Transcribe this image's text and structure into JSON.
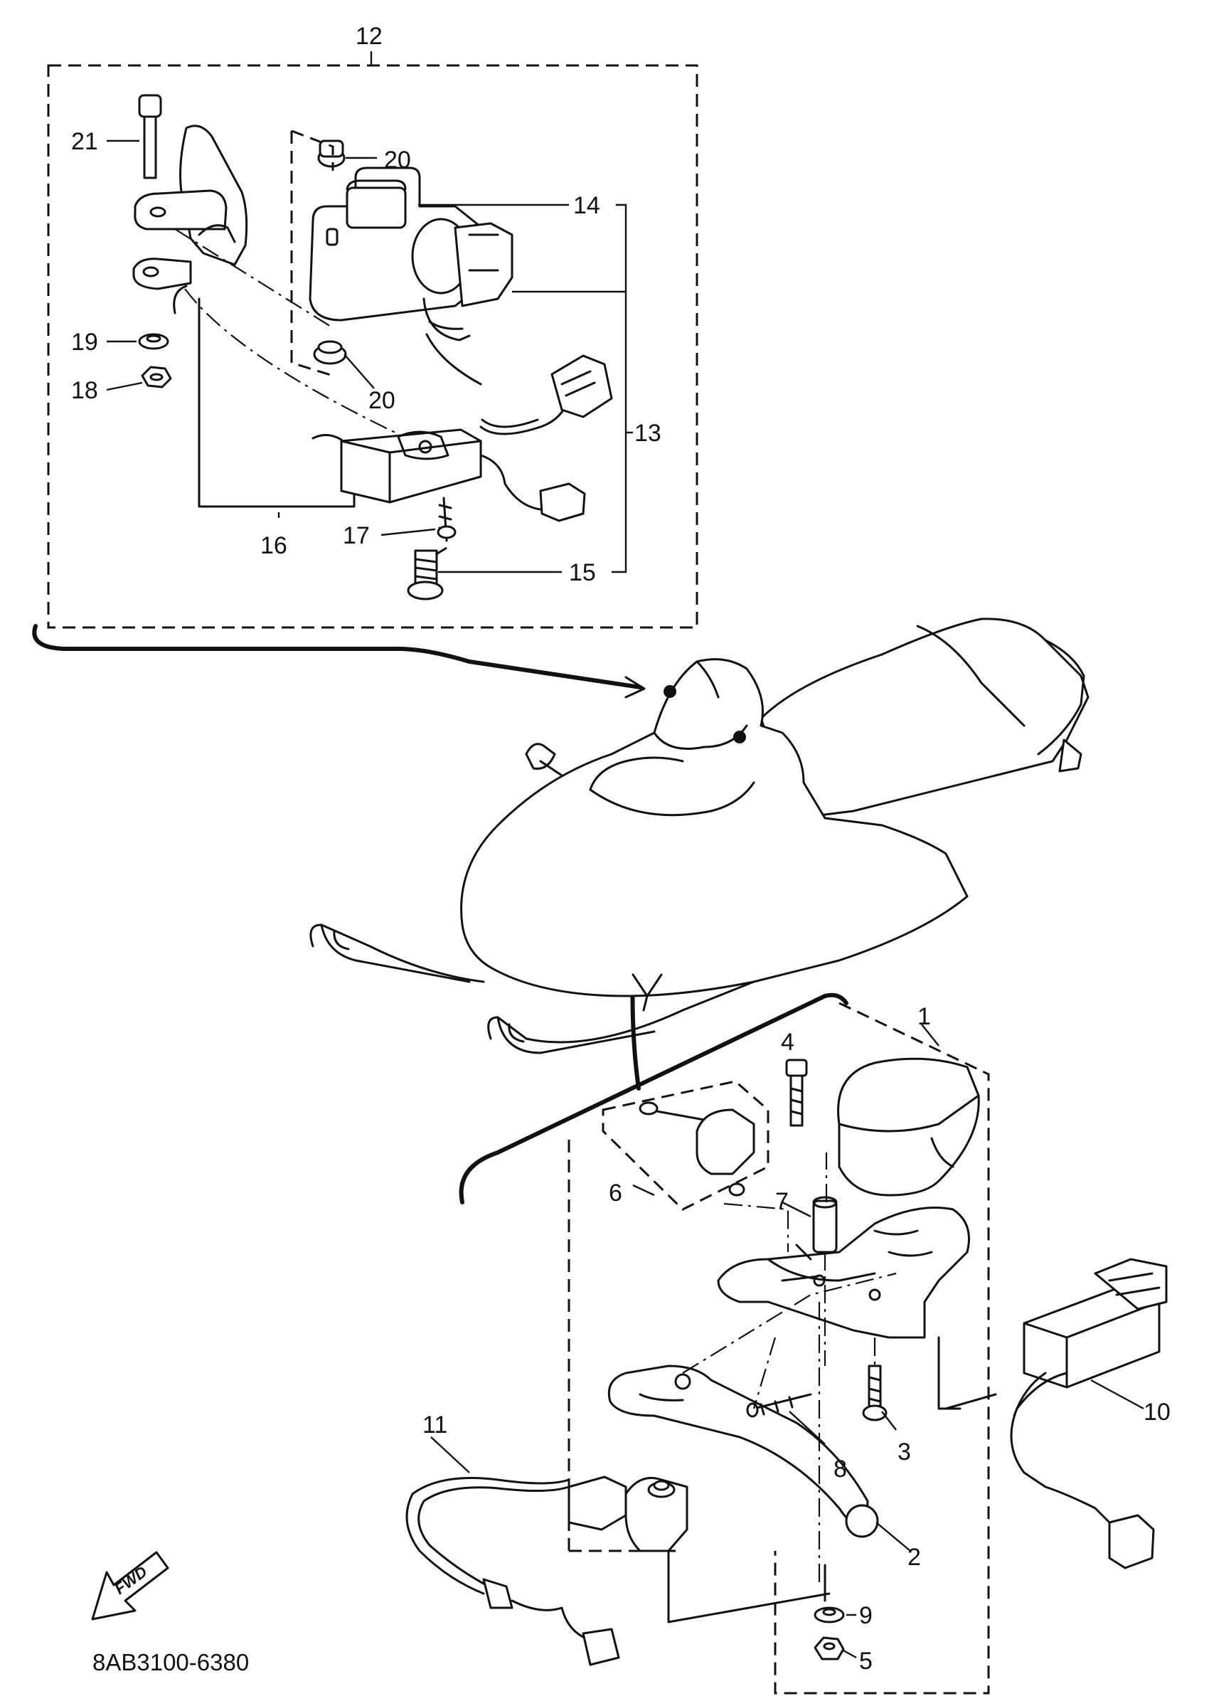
{
  "diagram": {
    "part_code": "8AB3100-6380",
    "direction_label": "FWD",
    "callouts": [
      {
        "id": "1",
        "label": "1"
      },
      {
        "id": "2",
        "label": "2"
      },
      {
        "id": "3",
        "label": "3"
      },
      {
        "id": "4",
        "label": "4"
      },
      {
        "id": "5",
        "label": "5"
      },
      {
        "id": "6",
        "label": "6"
      },
      {
        "id": "7",
        "label": "7"
      },
      {
        "id": "8",
        "label": "8"
      },
      {
        "id": "9",
        "label": "9"
      },
      {
        "id": "10",
        "label": "10"
      },
      {
        "id": "11",
        "label": "11"
      },
      {
        "id": "12",
        "label": "12"
      },
      {
        "id": "13",
        "label": "13"
      },
      {
        "id": "14",
        "label": "14"
      },
      {
        "id": "15",
        "label": "15"
      },
      {
        "id": "16",
        "label": "16"
      },
      {
        "id": "17",
        "label": "17"
      },
      {
        "id": "18",
        "label": "18"
      },
      {
        "id": "19",
        "label": "19"
      },
      {
        "id": "20",
        "label": "20"
      },
      {
        "id": "21",
        "label": "21"
      },
      {
        "id": "20b",
        "label": "20"
      }
    ]
  }
}
